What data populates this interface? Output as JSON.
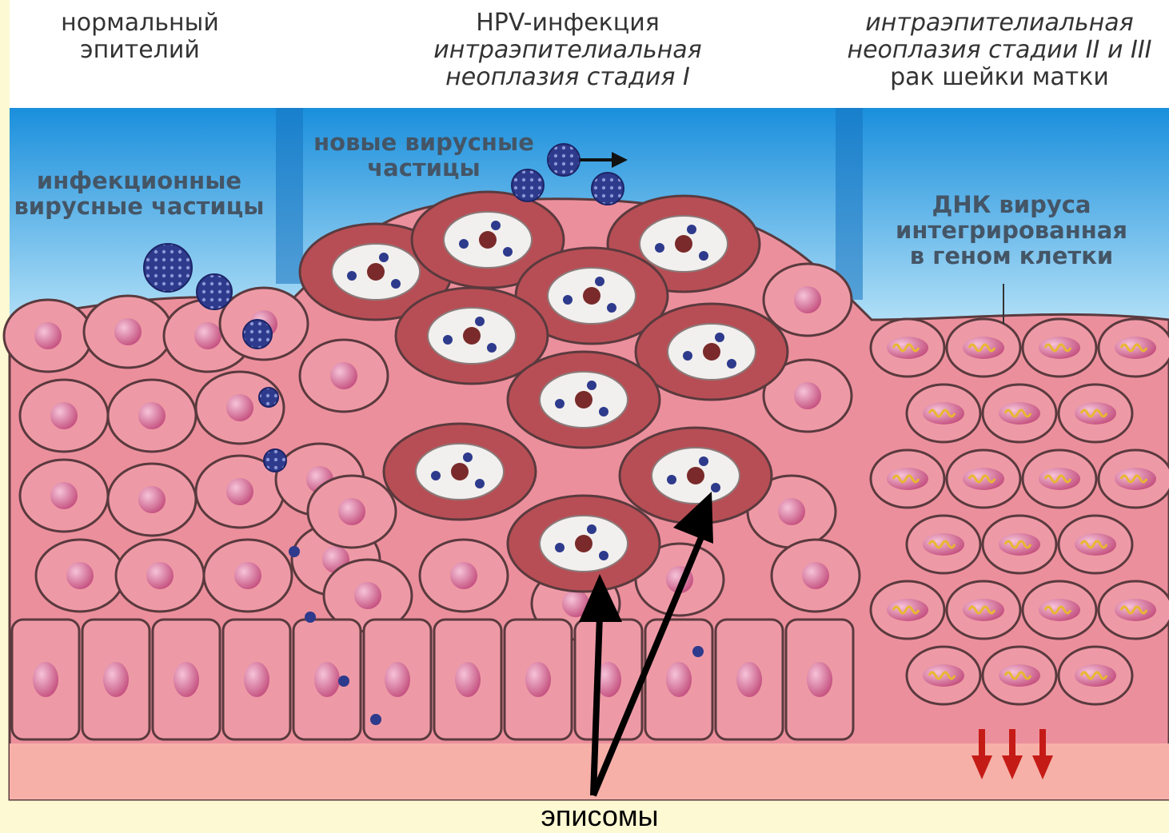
{
  "headers": {
    "normal": [
      "нормальный",
      "эпителий"
    ],
    "hpv": {
      "line1": "HPV-инфекция",
      "line2": "интраэпителиальная",
      "line3": "неоплазия стадия I"
    },
    "cancer": {
      "line1": "интраэпителиальная",
      "line2": "неоплазия стадии II и III",
      "line3": "рак шейки матки"
    }
  },
  "labels": {
    "infectious": [
      "инфекционные",
      "вирусные частицы"
    ],
    "new_particles": [
      "новые вирусные",
      "частицы"
    ],
    "dna": [
      "ДНК вируса",
      "интегрированная",
      "в геном клетки"
    ],
    "episomes": "эписомы"
  },
  "colors": {
    "page_background": "#fdf9d2",
    "sky_top": "#1a8fdc",
    "sky_bottom": "#c9ecfb",
    "cell_fill": "#ee9aa6",
    "cell_border": "#5a3a3e",
    "infected_cell": "#b84e55",
    "nucleus": "#d0628e",
    "virus": "#2e3a8c",
    "arrow_red": "#c51b16"
  }
}
